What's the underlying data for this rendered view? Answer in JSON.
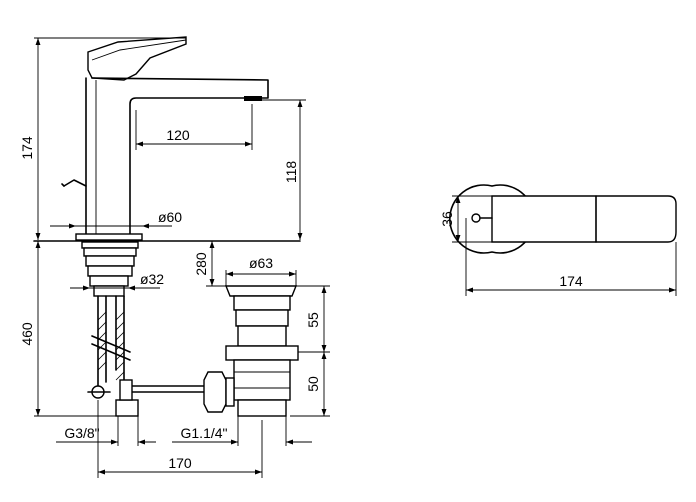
{
  "dimensions": {
    "tap_height": "174",
    "spout_reach": "120",
    "spout_height": "118",
    "base_diameter": "ø60",
    "shank_diameter": "ø32",
    "shank_length": "280",
    "waste_diameter": "ø63",
    "waste_upper": "55",
    "waste_lower": "50",
    "overall_height": "460",
    "hose_thread": "G3/8\"",
    "waste_thread": "G1.1/4\"",
    "pipe_spacing": "170",
    "lever_width": "36",
    "lever_length": "174"
  }
}
